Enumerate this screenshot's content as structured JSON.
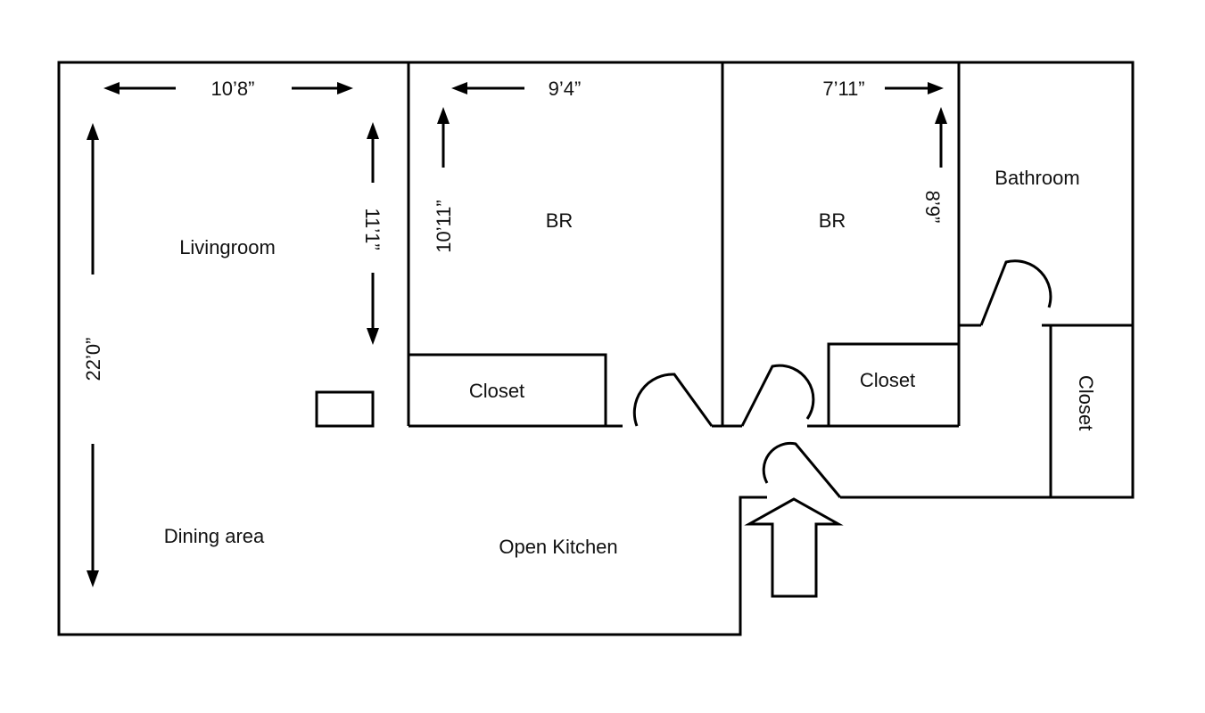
{
  "rooms": {
    "livingroom": "Livingroom",
    "dining": "Dining area",
    "kitchen": "Open Kitchen",
    "br1": "BR",
    "br2": "BR",
    "bathroom": "Bathroom",
    "closet1": "Closet",
    "closet2": "Closet",
    "closet3": "Closet"
  },
  "dimensions": {
    "living_width": "10’8”",
    "living_depth": "11’1”",
    "total_depth": "22’0”",
    "br1_width": "9’4”",
    "br1_depth": "10’11”",
    "br2_width": "7’11”",
    "br2_depth": "8’9”"
  }
}
